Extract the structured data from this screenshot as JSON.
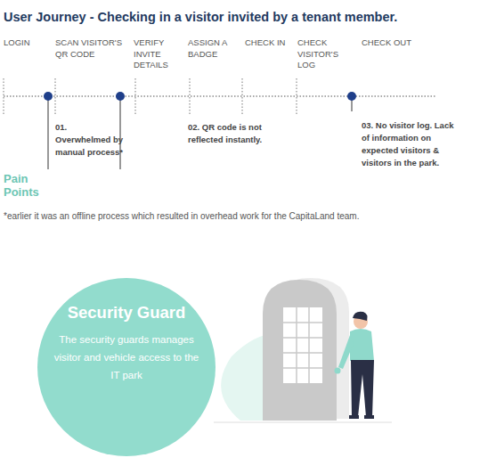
{
  "diagram": {
    "title": "User Journey - Checking in a visitor invited by a tenant member.",
    "nodes": [
      {
        "text": [
          "Security Guard",
          "The security guards manages visitor and vehicle access to the IT park"
        ]
      }
    ],
    "labels": [
      "LOGIN",
      "SCAN VISITOR'S QR CODE",
      "VERIFY INVITE DETAILS",
      "ASSIGN A BADGE",
      "CHECK IN",
      "CHECK VISITOR'S LOG",
      "CHECK OUT",
      "01. Overwhelmed by manual process*",
      "02. QR code is not reflected instantly.",
      "03. No visitor log. Lack of information on expected visitors & visitors in the park.",
      "Pain Points",
      "*earlier it was an offline process which resulted in overhead work for the CapitaLand team."
    ]
  }
}
